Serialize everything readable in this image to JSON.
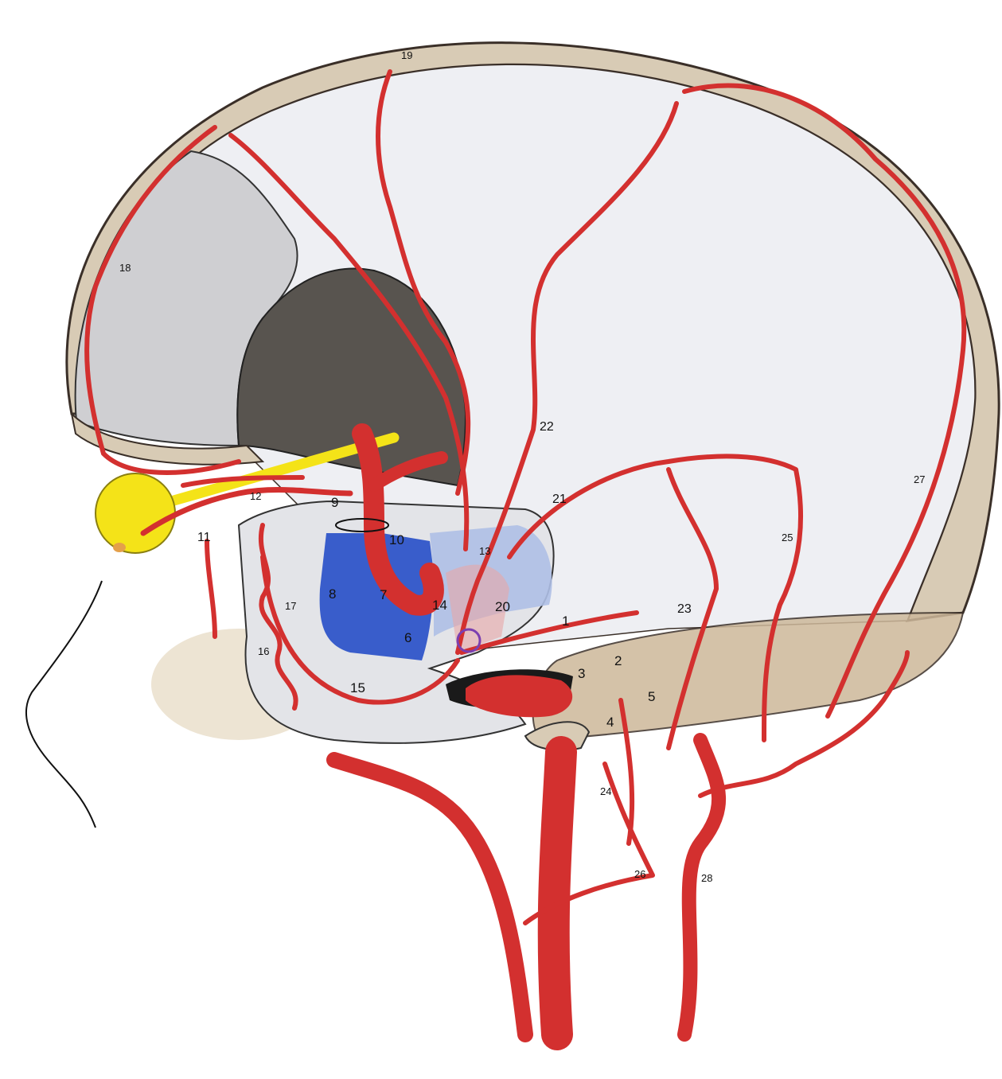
{
  "colors": {
    "artery": "#d3302f",
    "artery_dark": "#a51f1f",
    "skull": "#d8cbb5",
    "skull_edge": "#3a2f28",
    "dura": "#e9eaef",
    "brain_fossa": "#cfcfd2",
    "dark_fossa": "#58544f",
    "sinus_blue": "#2f55c9",
    "sinus_light": "#aebfe6",
    "optic_nerve": "#f4e318",
    "tentorium": "#cdb89a",
    "marker_circle": "#7b3fb0"
  },
  "labels": {
    "l1": "1",
    "l2": "2",
    "l3": "3",
    "l4": "4",
    "l5": "5",
    "l6": "6",
    "l7": "7",
    "l8": "8",
    "l9": "9",
    "l10": "10",
    "l11": "11",
    "l12": "12",
    "l13": "13",
    "l14": "14",
    "l15": "15",
    "l16": "16",
    "l17": "17",
    "l18": "18",
    "l19": "19",
    "l20": "20",
    "l21": "21",
    "l22": "22",
    "l23": "23",
    "l24": "24",
    "l25": "25",
    "l26": "26",
    "l27": "27",
    "l28": "28"
  }
}
